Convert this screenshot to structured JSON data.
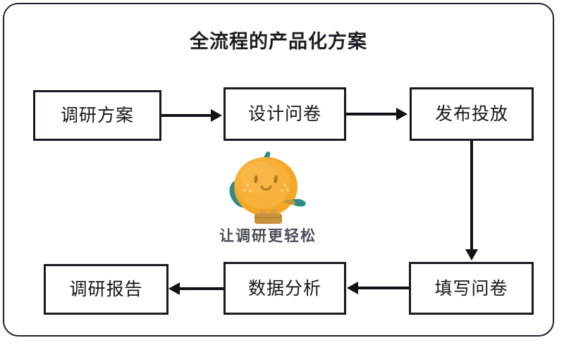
{
  "page": {
    "title": "全流程的产品化方案",
    "background_color": "#ffffff",
    "frame_border_color": "#20222a"
  },
  "flow": {
    "top_row": [
      {
        "id": "plan",
        "label": "调研方案",
        "name": "node-plan"
      },
      {
        "id": "design",
        "label": "设计问卷",
        "name": "node-design"
      },
      {
        "id": "publish",
        "label": "发布投放",
        "name": "node-publish"
      }
    ],
    "bottom_row": [
      {
        "id": "report",
        "label": "调研报告",
        "name": "node-report"
      },
      {
        "id": "analysis",
        "label": "数据分析",
        "name": "node-analysis"
      },
      {
        "id": "fill",
        "label": "填写问卷",
        "name": "node-fill"
      }
    ],
    "connectors": [
      {
        "from": "plan",
        "to": "design",
        "direction": "right",
        "name": "arrow-plan-to-design"
      },
      {
        "from": "design",
        "to": "publish",
        "direction": "right",
        "name": "arrow-design-to-publish"
      },
      {
        "from": "publish",
        "to": "fill",
        "direction": "down",
        "name": "arrow-publish-to-fill"
      },
      {
        "from": "fill",
        "to": "analysis",
        "direction": "left",
        "name": "arrow-fill-to-analysis"
      },
      {
        "from": "analysis",
        "to": "report",
        "direction": "left",
        "name": "arrow-analysis-to-report"
      }
    ],
    "node_border_color": "#18191d",
    "arrow_color": "#111217"
  },
  "brand": {
    "tagline": "让调研更轻松",
    "tagline_color": "#4a4f57",
    "mascot": {
      "name": "orange-mascot-icon",
      "body_color": "#F3A728",
      "body_highlight": "#F7B942",
      "leaf_color": "#2E8B84",
      "arm_color": "#2E8B84",
      "shoe_color": "#C9923F",
      "face_color": "#B5791B"
    }
  }
}
